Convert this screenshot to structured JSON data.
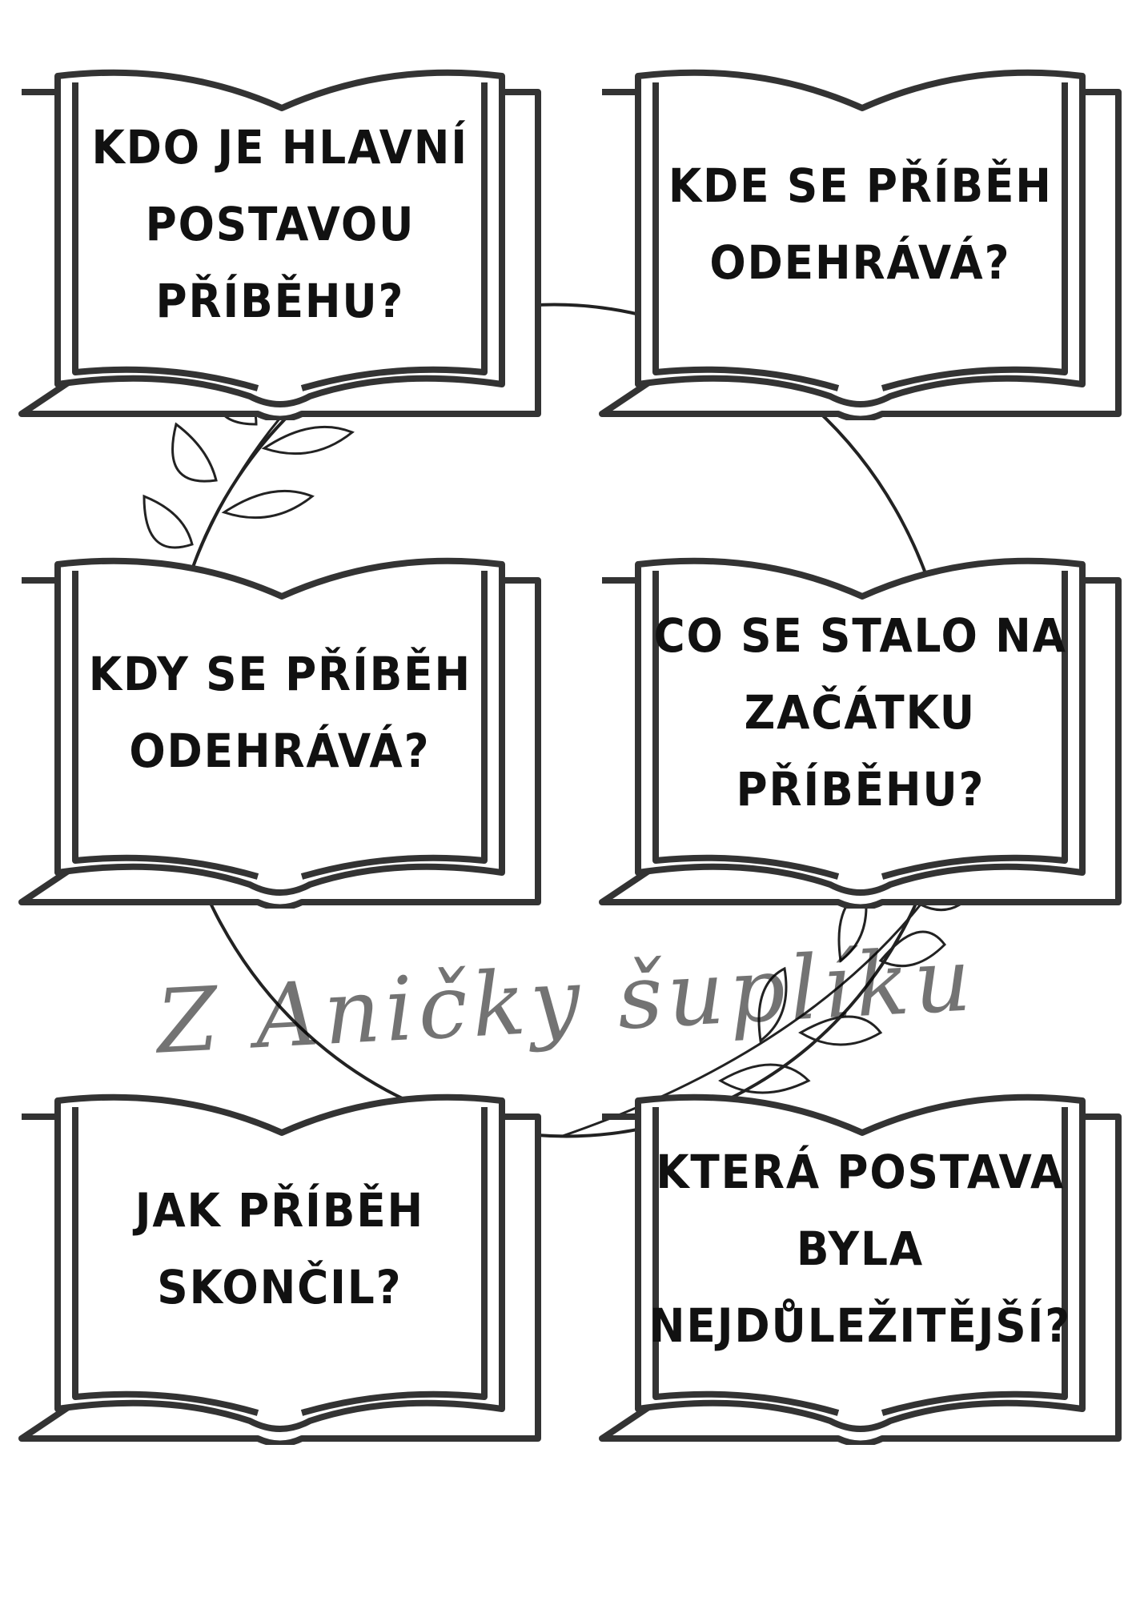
{
  "cards": [
    {
      "lines": [
        "KDO JE HLAVNÍ",
        "POSTAVOU",
        "PŘÍBĚHU?"
      ]
    },
    {
      "lines": [
        "KDE SE PŘÍBĚH",
        "ODEHRÁVÁ?"
      ]
    },
    {
      "lines": [
        "KDY SE PŘÍBĚH",
        "ODEHRÁVÁ?"
      ]
    },
    {
      "lines": [
        "CO SE STALO NA",
        "ZAČÁTKU",
        "PŘÍBĚHU?"
      ]
    },
    {
      "lines": [
        "JAK PŘÍBĚH",
        "SKONČIL?"
      ]
    },
    {
      "lines": [
        "KTERÁ POSTAVA",
        "BYLA",
        "NEJDŮLEŽITĚJŠÍ?"
      ]
    }
  ],
  "watermark": "Z Aničky šuplíku",
  "colors": {
    "outline": "#333333",
    "text": "#111111"
  }
}
